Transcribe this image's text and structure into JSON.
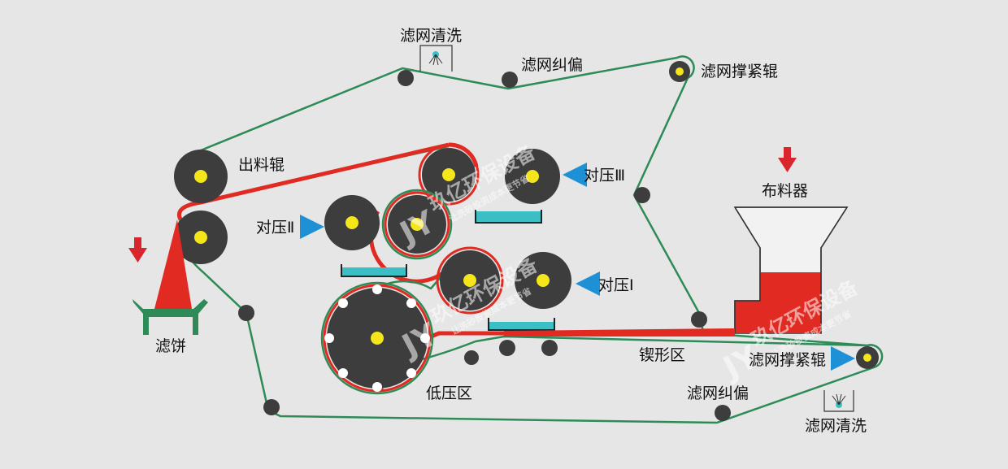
{
  "labels": {
    "filter_clean_top": "滤网清洗",
    "filter_correct_top": "滤网纠偏",
    "tension_roller_top": "滤网撑紧辊",
    "discharge_roller": "出料辊",
    "press_3": "对压Ⅲ",
    "press_2": "对压Ⅱ",
    "press_1": "对压Ⅰ",
    "distributor": "布料器",
    "filter_cake": "滤饼",
    "low_pressure_zone": "低压区",
    "wedge_zone": "锲形区",
    "tension_roller_bottom": "滤网撑紧辊",
    "filter_correct_bottom": "滤网纠偏",
    "filter_clean_bottom": "滤网清洗"
  },
  "watermark": {
    "brand": "玖亿环保设备",
    "slogan": "让洗砂投资成本更节省"
  },
  "colors": {
    "background": "#e6e6e6",
    "belt": "#2e8b57",
    "sludge": "#e02a22",
    "roller": "#3d3d3d",
    "hub": "#f5e51b",
    "arrow_blue": "#1e90d6",
    "arrow_red": "#d9262c",
    "water": "#3bbfc4",
    "hopper": "#f2f2f2"
  }
}
